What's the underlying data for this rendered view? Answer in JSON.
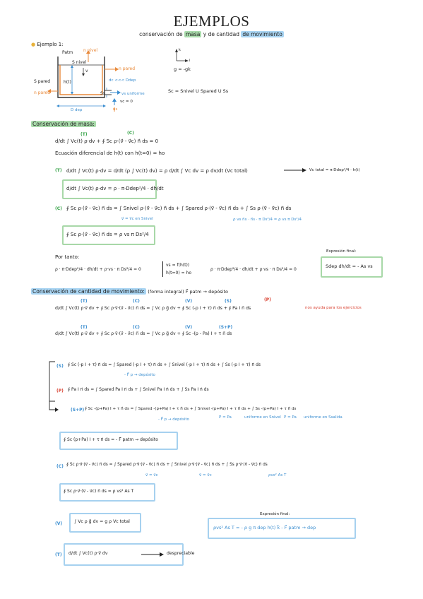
{
  "title": "EJEMPLOS",
  "subtitle": {
    "part1": "conservación de",
    "hl1": "masa",
    "part2": "y de cantidad",
    "hl2": "de movimiento"
  },
  "ejemplo1": "Ejemplo 1:",
  "diagram": {
    "patm": "Patm",
    "n_nivel_label": "n nivel",
    "s_nivel": "S nivel",
    "v_label": "v",
    "n_pared": "n pared",
    "h_t": "h(t)",
    "s_pared": "S pared",
    "n_pared_left": "n pared",
    "dc_ddep": "dc <<< Ddep",
    "ss": "Ss",
    "vs_uniforme": "vs uniforme",
    "vc_zero": "vc = 0",
    "n_s": "ns",
    "d_dep": "D dep",
    "axes_k": "k",
    "axes_i": "i",
    "gravity": "g = -gk",
    "surface": "Sc = Snivel U Spared U Ss"
  },
  "mass_section": {
    "header": "Conservación de masa:",
    "tag_t": "(T)",
    "tag_c": "(C)",
    "eq_main": "d/dt ∫ Vc(t) ρ·dv + ∮ Sc ρ·(v⃗ - v⃗c) n⃗ ds = 0",
    "ecuacion_dif": "Ecuación diferencial de h(t) con h(t=0) = ho",
    "eq_t": "d/dt ∫ Vc(t) ρ·dv = d/dt (ρ ∫ Vc(t) dv) = ρ d/dt ∫ Vc dv = ρ dv/dt (Vc total)",
    "arrow_result": "Vc total = π·Ddep²/4 · h(t)",
    "box_t": "d/dt ∫ Vc(t) ρ·dv = ρ · π·Ddep²/4 · dh/dt",
    "eq_c": "∮ Sc ρ·(v⃗ - v⃗c) n⃗ ds = ∫ Snivel ρ·(v⃗ - v⃗c) n⃗ ds + ∫ Spared ρ·(v⃗ - v⃗c) n⃗ ds + ∫ Ss ρ·(v⃗ - v⃗c) n⃗ ds",
    "note_c1": "v⃗ = v⃗c en Snivel",
    "note_c2": "ρ vs n⃗s · n⃗s · π Ds²/4 = ρ vs π Ds²/4",
    "box_c": "∮ Sc ρ·(v⃗ - v⃗c) n⃗ ds = ρ vs π Ds²/4",
    "por_tanto": "Por tanto:",
    "eq_final_left": "ρ · π·Ddep²/4 · dh/dt + ρ·vs · π Ds²/4 = 0",
    "system_1": "vs = f(h(t))",
    "system_2": "h(t=0) = ho",
    "eq_final_right": "ρ · π·Ddep²/4 · dh/dt + ρ·vs · π Ds²/4 = 0",
    "expr_final_label": "Expresión final:",
    "expr_final": "Sdep dh/dt = - As vs"
  },
  "momentum_section": {
    "header": "Conservación de cantidad de movimiento:",
    "header_note": "(forma integral)  F⃗ patm → depósito",
    "tags_row1": [
      "(T)",
      "(C)",
      "(V)",
      "(S)",
      "(P)"
    ],
    "eq_main": "d/dt ∫ Vc(t) ρ·v⃗ dv + ∮ Sc ρ·v⃗·(v⃗ - v⃗c) n⃗ ds = ∫ Vc ρ g⃗ dv + ∮ Sc (-p I + τ) n⃗ ds + ∮ Pa I n⃗ ds",
    "red_note": "nos ayuda para los ejercicios",
    "tags_row2": [
      "(T)",
      "(C)",
      "(V)",
      "(S+P)"
    ],
    "eq_second": "d/dt ∫ Vc(t) ρ·v⃗ dv + ∮ Sc ρ·v⃗·(v⃗ - v⃗c) n⃗ ds = ∫ Vc ρ g⃗ dv + ∮ Sc -(p - Pa) I + τ n⃗ ds",
    "s_tag": "(S)",
    "eq_s": "∮ Sc (-p I + τ) n⃗ ds = ∫ Spared (-p I + τ) n⃗ ds + ∫ Snivel (-p I + τ) n⃗ ds + ∫ Ss (-p I + τ) n⃗ ds",
    "s_note": "- F⃗ p → depósito",
    "p_tag": "(P)",
    "eq_p": "∮ Pa I n⃗ ds = ∫ Spared Pa I n⃗ ds + ∫ Snivel Pa I n⃗ ds + ∫ Ss Pa I n⃗ ds",
    "sp_tag": "(S+P)",
    "eq_sp": "∮ Sc -(p+Pa) I + τ n⃗ ds = ∫ Spared -(p+Pa) I + τ n⃗ ds + ∫ Snivel -(p+Pa) I + τ n⃗ ds + ∫ Ss -(p+Pa) I + τ n⃗ ds",
    "sp_note1": "- F⃗ p → depósito",
    "sp_note2": "P = Pa",
    "sp_note3": "uniforme en Snivel",
    "sp_note4": "P = Pa",
    "sp_note5": "uniforme en Ssalida",
    "box_sp": "∮ Sc (p+Pa) I + τ n⃗ ds = - F⃗ patm → depósito",
    "c_tag": "(C)",
    "eq_c": "∮ Sc ρ·v⃗·(v⃗ - v⃗c) n⃗ ds = ∫ Spared ρ·v⃗·(v⃗ - v⃗c) n⃗ ds + ∫ Snivel ρ·v⃗·(v⃗ - v⃗c) n⃗ ds + ∫ Ss ρ·v⃗·(v⃗ - v⃗c) n⃗ ds",
    "c_note1": "v⃗ = v⃗c",
    "c_note2": "v⃗ = v⃗c",
    "c_note3": "ρvs² As T",
    "box_c": "∮ Sc ρ·v⃗·(v⃗ - v⃗c) n⃗ ds = ρ vs² As T",
    "v_tag": "(V)",
    "box_v": "∫ Vc ρ g⃗ dv = g ρ Vc total",
    "expr_final_label": "Expresión final:",
    "expr_final": "ρvs² As T = - ρ g π dep h(t) k⃗ - F⃗ patm → dep",
    "t_tag": "(T)",
    "box_t": "d/dt ∫ Vc(t) ρ·v⃗ dv",
    "despreciable": "despreciable"
  },
  "colors": {
    "green_highlight": "#a9dbab",
    "blue_highlight": "#a8d4f2",
    "orange": "#e8893a",
    "blue": "#3b8ed0",
    "green": "#39a44a",
    "red": "#d94030"
  }
}
